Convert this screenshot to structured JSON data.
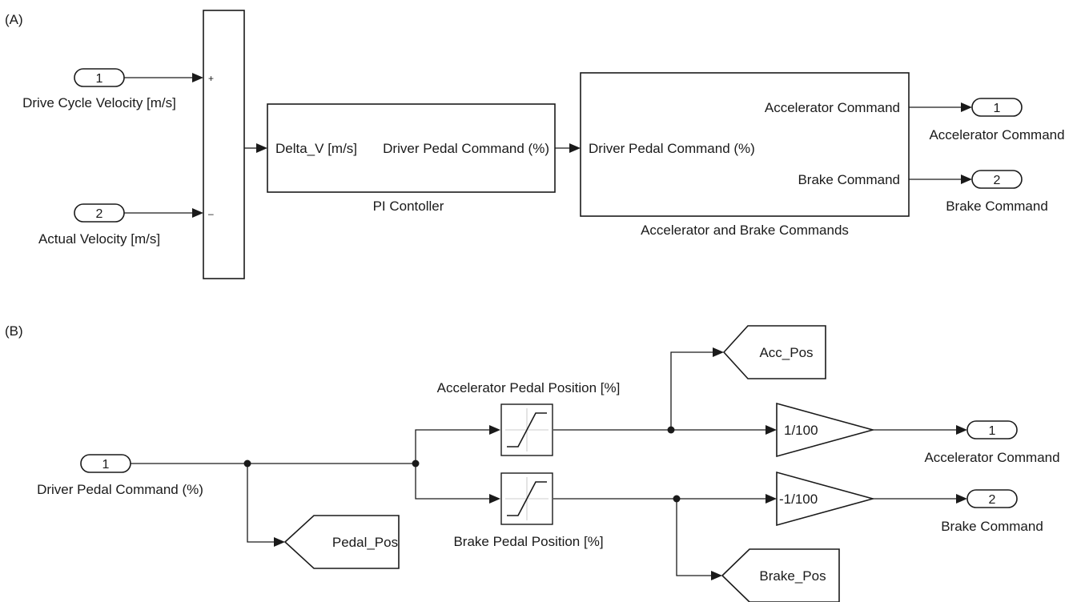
{
  "panel_a": {
    "tag": "(A)",
    "inport_1": {
      "num": "1",
      "label": "Drive Cycle Velocity [m/s]"
    },
    "inport_2": {
      "num": "2",
      "label": "Actual Velocity [m/s]"
    },
    "sum": {
      "plus": "+",
      "minus": "–"
    },
    "pi": {
      "input": "Delta_V [m/s]",
      "output": "Driver Pedal Command (%)",
      "name": "PI Contoller"
    },
    "split": {
      "input": "Driver Pedal Command (%)",
      "output_1": "Accelerator Command",
      "output_2": "Brake Command",
      "name": "Accelerator and Brake Commands"
    },
    "outport_1": {
      "num": "1",
      "label": "Accelerator Command"
    },
    "outport_2": {
      "num": "2",
      "label": "Brake Command"
    }
  },
  "panel_b": {
    "tag": "(B)",
    "inport_1": {
      "num": "1",
      "label": "Driver Pedal Command (%)"
    },
    "goto_pedal": "Pedal_Pos",
    "sat_acc_label": "Accelerator Pedal Position [%]",
    "sat_brake_label": "Brake Pedal Position [%]",
    "goto_acc": "Acc_Pos",
    "goto_brake": "Brake_Pos",
    "gain_acc": "1/100",
    "gain_brake": "-1/100",
    "outport_1": {
      "num": "1",
      "label": "Accelerator Command"
    },
    "outport_2": {
      "num": "2",
      "label": "Brake Command"
    }
  }
}
